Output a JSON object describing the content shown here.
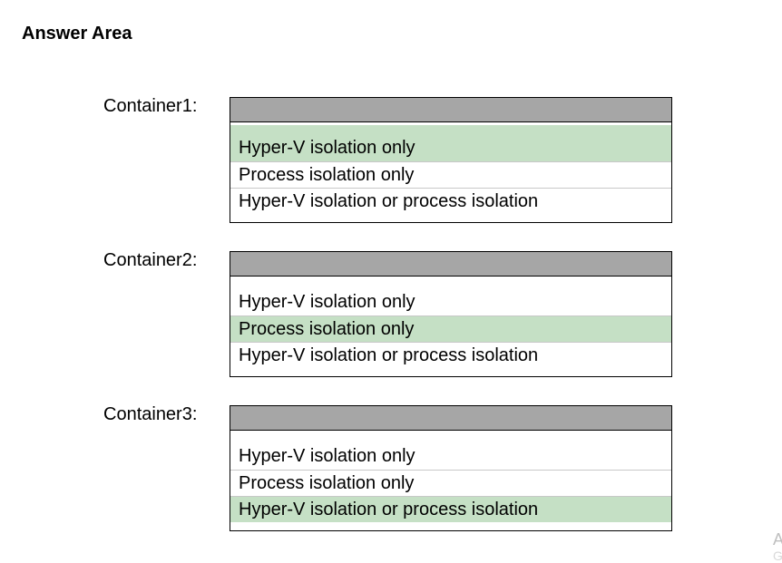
{
  "title": "Answer Area",
  "colors": {
    "header_gray": "#a6a6a6",
    "selected_green": "#c5e0c5",
    "border": "#000000"
  },
  "questions": [
    {
      "label": "Container1:",
      "options": [
        "Hyper-V isolation only",
        "Process isolation only",
        "Hyper-V isolation or process isolation"
      ],
      "selected_index": 0
    },
    {
      "label": "Container2:",
      "options": [
        "Hyper-V isolation only",
        "Process isolation only",
        "Hyper-V isolation or process isolation"
      ],
      "selected_index": 1
    },
    {
      "label": "Container3:",
      "options": [
        "Hyper-V isolation only",
        "Process isolation only",
        "Hyper-V isolation or process isolation"
      ],
      "selected_index": 2
    }
  ],
  "watermark": {
    "line1": "A",
    "line2": "G"
  }
}
